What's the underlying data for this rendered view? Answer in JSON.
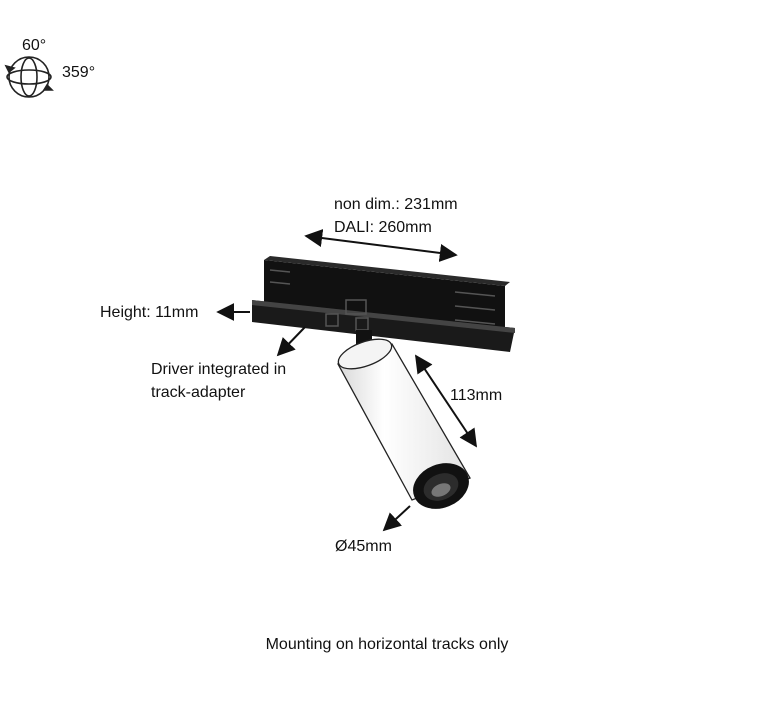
{
  "rotation": {
    "tilt": "60°",
    "pan": "359°"
  },
  "dimensions": {
    "length_non_dim": "non dim.: 231mm",
    "length_dali": "DALI: 260mm",
    "height": "Height: 11mm",
    "driver_line1": "Driver integrated in",
    "driver_line2": "track-adapter",
    "spot_length": "113mm",
    "diameter": "Ø45mm"
  },
  "note": "Mounting on horizontal tracks only",
  "colors": {
    "adapter": "#111111",
    "spot_body": "#ffffff",
    "outline": "#222222"
  }
}
